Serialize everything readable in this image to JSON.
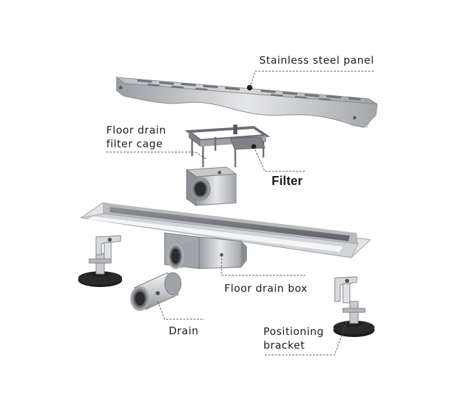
{
  "labels": {
    "panel": "Stainless steel panel",
    "cage_line1": "Floor drain",
    "cage_line2": "filter cage",
    "filter": "Filter",
    "box": "Floor drain box",
    "drain": "Drain",
    "bracket_line1": "Positioning",
    "bracket_line2": "bracket"
  },
  "colors": {
    "steel_light": "#dcdde0",
    "steel_mid": "#b4b6ba",
    "steel_dark": "#7b7e84",
    "black": "#1c1c1c",
    "leader": "#555555"
  }
}
